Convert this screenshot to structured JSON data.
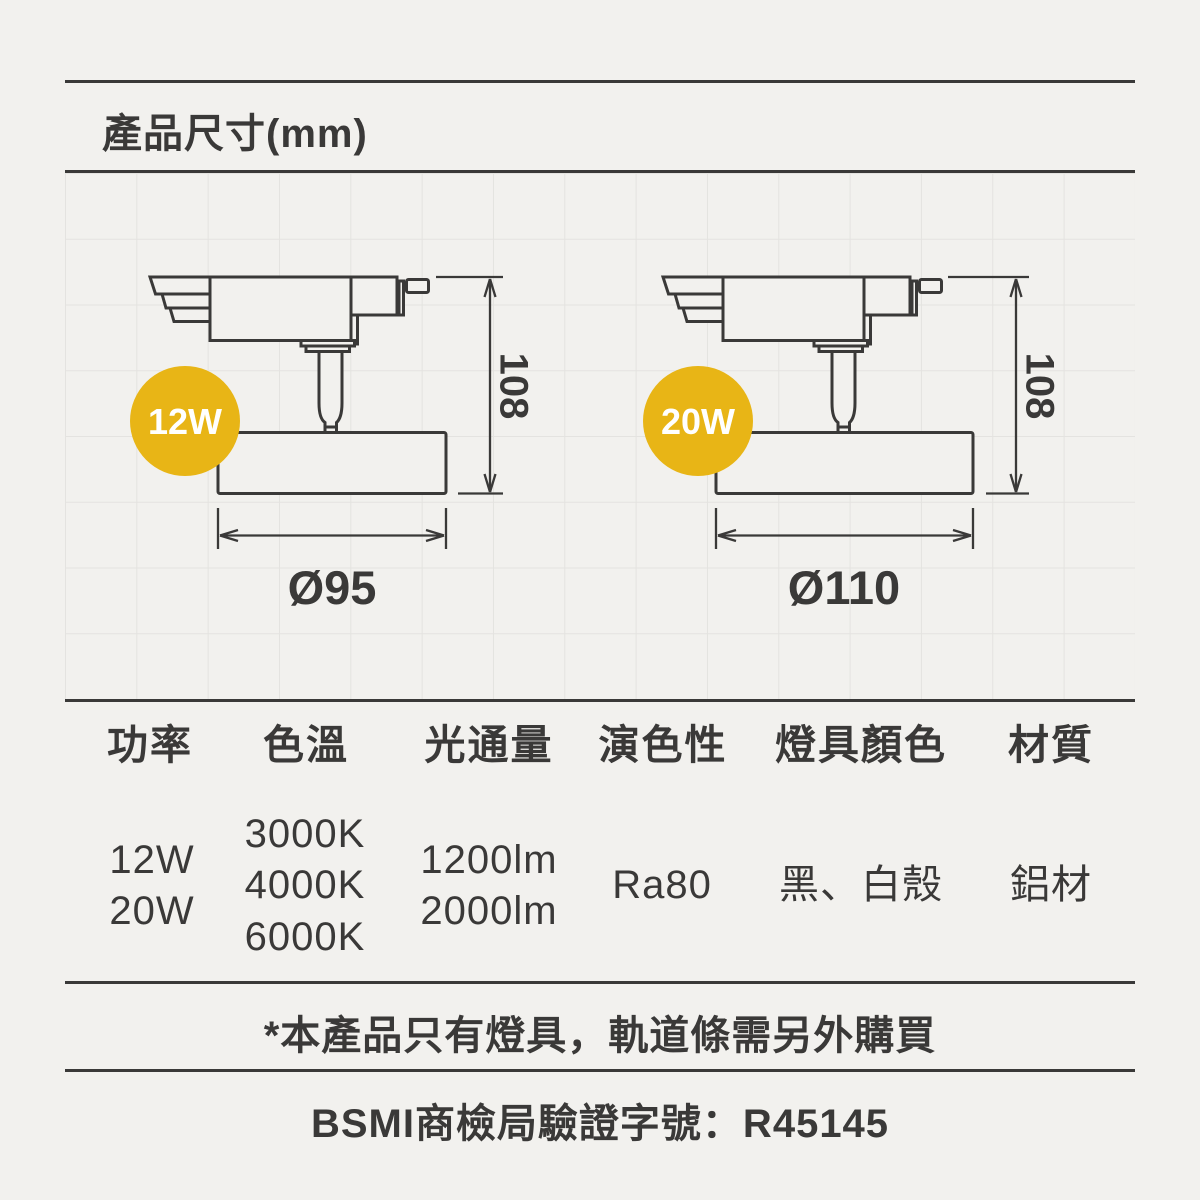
{
  "page": {
    "title": "產品尺寸(mm)"
  },
  "diagram": {
    "fixtures": [
      {
        "power_badge": "12W",
        "height_mm": "108",
        "diameter_mm": "Ø95"
      },
      {
        "power_badge": "20W",
        "height_mm": "108",
        "diameter_mm": "Ø110"
      }
    ]
  },
  "spec_table": {
    "headers": [
      "功率",
      "色溫",
      "光通量",
      "演色性",
      "燈具顏色",
      "材質"
    ],
    "row": {
      "power": [
        "12W",
        "20W"
      ],
      "color_temperature": [
        "3000K",
        "4000K",
        "6000K"
      ],
      "luminous_flux": [
        "1200lm",
        "2000lm"
      ],
      "cri": "Ra80",
      "fixture_colors": "黑、白殼",
      "material": "鋁材"
    }
  },
  "footnotes": {
    "purchase_note": "*本產品只有燈具，軌道條需另外購買",
    "bsmi_certification": "BSMI商檢局驗證字號：R45145"
  },
  "colors": {
    "background": "#F2F1EE",
    "grid_line": "#E4E3E0",
    "ink": "#3A3938",
    "badge_yellow": "#E8B516",
    "badge_text": "#FFFFFF"
  }
}
